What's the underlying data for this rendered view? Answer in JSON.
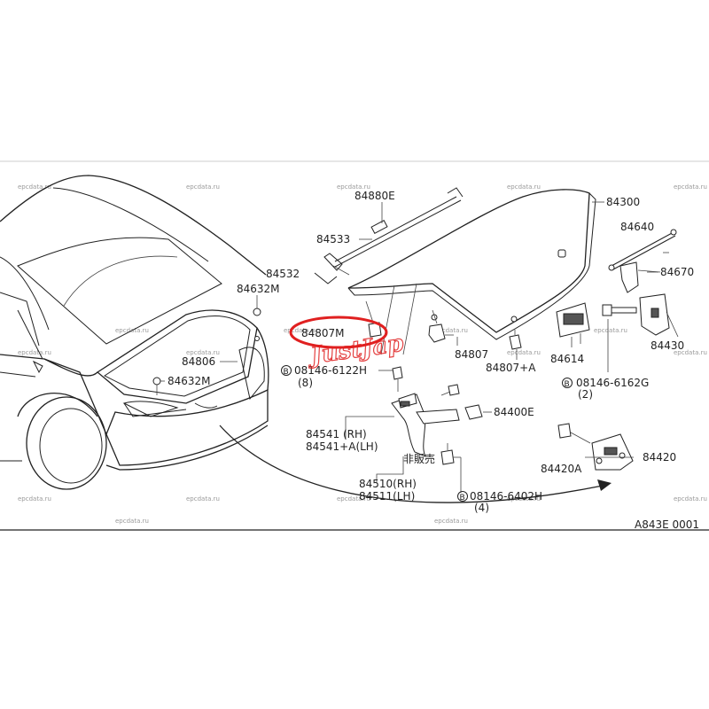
{
  "watermark": "epcdata.ru",
  "diagram_code": "A843E 0001",
  "brand_watermark": "JustJap",
  "highlight_color": "#e02020",
  "labels": {
    "p84880E": "84880E",
    "p84533": "84533",
    "p84532": "84532",
    "p84632M_top": "84632M",
    "p84807M": "84807M",
    "p84806": "84806",
    "p84632M_bottom": "84632M",
    "p84300": "84300",
    "p84640": "84640",
    "p84670": "84670",
    "p84430": "84430",
    "p84614": "84614",
    "p84807": "84807",
    "p84807A": "84807+A",
    "bolt_6122H": "08146-6122H",
    "bolt_6122H_qty": "(8)",
    "bolt_6162G": "08146-6162G",
    "bolt_6162G_qty": "(2)",
    "p84400E": "84400E",
    "p84541": "84541 (RH)",
    "p84541A": "84541+A(LH)",
    "not_sold": "非販売",
    "p84510": "84510(RH)",
    "p84511": "84511(LH)",
    "bolt_6402H": "08146-6402H",
    "bolt_6402H_qty": "(4)",
    "p84420A": "84420A",
    "p84420": "84420"
  },
  "bolt_marker": "B"
}
